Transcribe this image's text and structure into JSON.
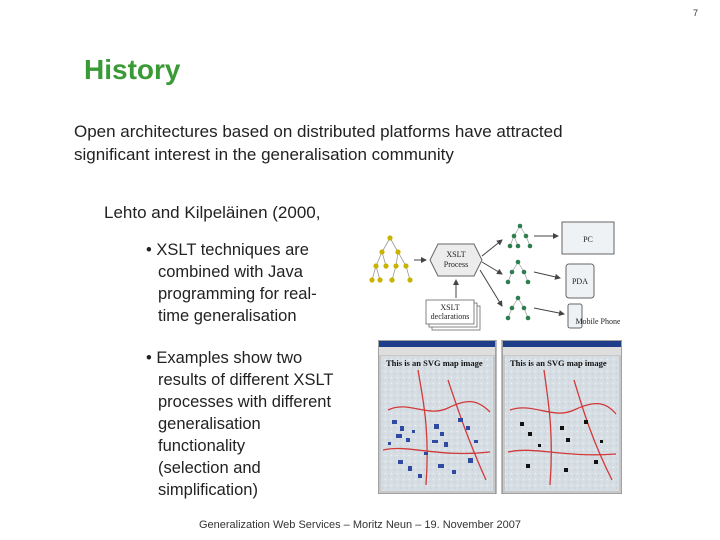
{
  "slide": {
    "page_number": "7",
    "title": "History",
    "intro_lines": [
      "Open architectures based on distributed platforms have attracted",
      "significant interest in the generalisation community"
    ],
    "reference": "Lehto and Kilpeläinen (2000,",
    "bullet1": [
      "• XSLT techniques are",
      "combined with Java",
      "programming for real-",
      "time generalisation"
    ],
    "bullet2": [
      "• Examples show two",
      "results of different XSLT",
      "processes with different",
      "generalisation",
      "functionality",
      "(selection and",
      "simplification)"
    ],
    "footer": "Generalization Web Services – Moritz Neun – 19. November 2007"
  },
  "diagram": {
    "xslt_process": [
      "XSLT",
      "Process"
    ],
    "xslt_declarations": [
      "XSLT",
      "declarations"
    ],
    "pc": "PC",
    "pda": "PDA",
    "mobile_phone": "Mobile Phone",
    "tree_color_source": "#c8b400",
    "tree_color_output": "#2e7d4f"
  },
  "screenshots": {
    "left_caption": "This is an SVG map image",
    "right_caption": "This is an SVG map image",
    "road_color": "#d23a3a",
    "building_color_left": "#2f4aa0",
    "building_color_right": "#111111"
  }
}
